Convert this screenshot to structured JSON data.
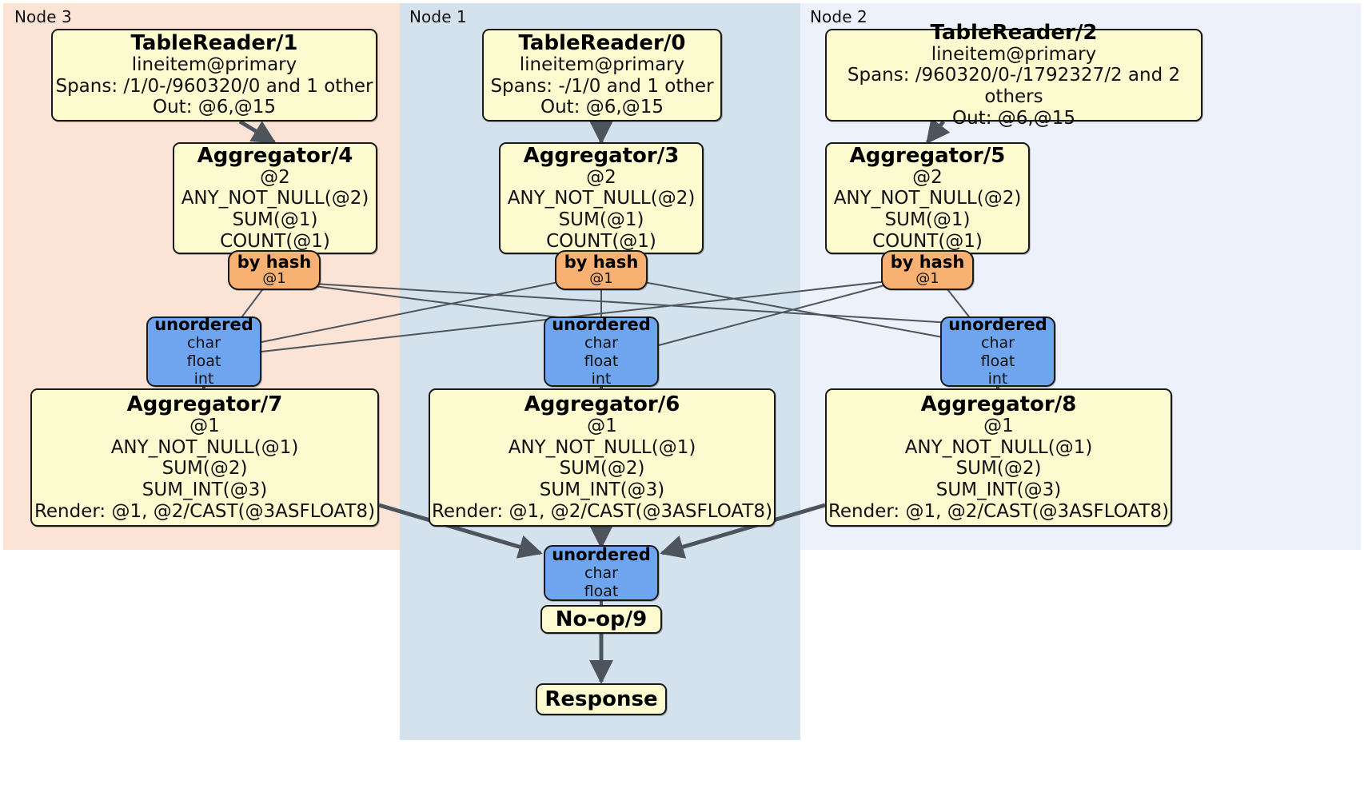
{
  "diagram": {
    "type": "distributed-query-plan",
    "title": "Distributed SQL physical plan",
    "colors": {
      "node3_region": "#fbe3d6",
      "node1_region": "#d3e2ec",
      "node2_region": "#ecf1fb",
      "processor_fill": "#fbfbcf",
      "router_fill": "#f8b172",
      "synchronizer_fill": "#6fa4ee",
      "edge": "#4d545c",
      "border": "#1a1a1a"
    }
  },
  "regions": [
    {
      "id": "node3",
      "label": "Node 3"
    },
    {
      "id": "node1",
      "label": "Node 1"
    },
    {
      "id": "node2",
      "label": "Node 2"
    }
  ],
  "nodes": {
    "tablereader1": {
      "title": "TableReader/1",
      "lines": [
        "lineitem@primary",
        "Spans: /1/0-/960320/0 and 1 other",
        "Out: @6,@15"
      ]
    },
    "tablereader0": {
      "title": "TableReader/0",
      "lines": [
        "lineitem@primary",
        "Spans: -/1/0 and 1 other",
        "Out: @6,@15"
      ]
    },
    "tablereader2": {
      "title": "TableReader/2",
      "lines": [
        "lineitem@primary",
        "Spans: /960320/0-/1792327/2 and 2 others",
        "Out: @6,@15"
      ]
    },
    "aggregator4": {
      "title": "Aggregator/4",
      "lines": [
        "@2",
        "ANY_NOT_NULL(@2)",
        "SUM(@1)",
        "COUNT(@1)"
      ]
    },
    "aggregator3": {
      "title": "Aggregator/3",
      "lines": [
        "@2",
        "ANY_NOT_NULL(@2)",
        "SUM(@1)",
        "COUNT(@1)"
      ]
    },
    "aggregator5": {
      "title": "Aggregator/5",
      "lines": [
        "@2",
        "ANY_NOT_NULL(@2)",
        "SUM(@1)",
        "COUNT(@1)"
      ]
    },
    "hash_left": {
      "title": "by hash",
      "lines": [
        "@1"
      ]
    },
    "hash_center": {
      "title": "by hash",
      "lines": [
        "@1"
      ]
    },
    "hash_right": {
      "title": "by hash",
      "lines": [
        "@1"
      ]
    },
    "sync_left": {
      "title": "unordered",
      "lines": [
        "char",
        "float",
        "int"
      ]
    },
    "sync_center": {
      "title": "unordered",
      "lines": [
        "char",
        "float",
        "int"
      ]
    },
    "sync_right": {
      "title": "unordered",
      "lines": [
        "char",
        "float",
        "int"
      ]
    },
    "aggregator7": {
      "title": "Aggregator/7",
      "lines": [
        "@1",
        "ANY_NOT_NULL(@1)",
        "SUM(@2)",
        "SUM_INT(@3)",
        "Render: @1, @2/CAST(@3ASFLOAT8)"
      ]
    },
    "aggregator6": {
      "title": "Aggregator/6",
      "lines": [
        "@1",
        "ANY_NOT_NULL(@1)",
        "SUM(@2)",
        "SUM_INT(@3)",
        "Render: @1, @2/CAST(@3ASFLOAT8)"
      ]
    },
    "aggregator8": {
      "title": "Aggregator/8",
      "lines": [
        "@1",
        "ANY_NOT_NULL(@1)",
        "SUM(@2)",
        "SUM_INT(@3)",
        "Render: @1, @2/CAST(@3ASFLOAT8)"
      ]
    },
    "sync_final": {
      "title": "unordered",
      "lines": [
        "char",
        "float"
      ]
    },
    "noop9": {
      "title": "No-op/9",
      "lines": []
    },
    "response": {
      "title": "Response",
      "lines": []
    }
  }
}
